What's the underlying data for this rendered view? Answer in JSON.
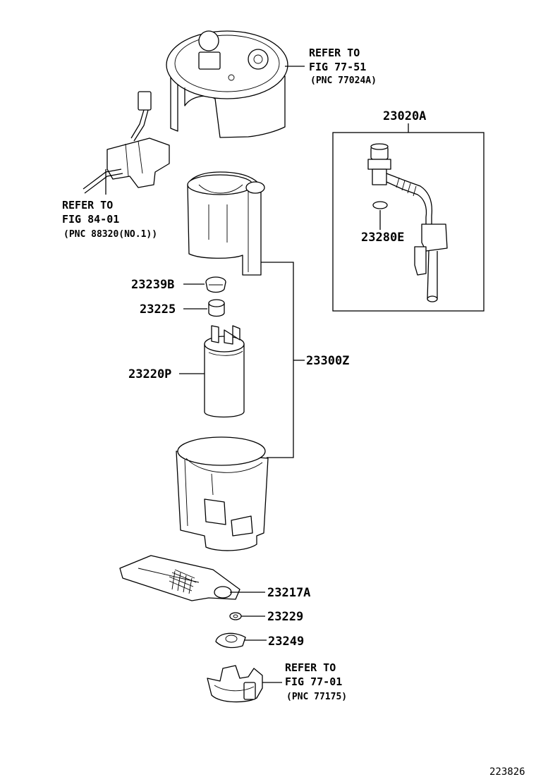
{
  "diagram_number": "223826",
  "references": {
    "top": {
      "line1": "REFER TO",
      "line2": "FIG 77-51",
      "line3": "(PNC 77024A)"
    },
    "left": {
      "line1": "REFER TO",
      "line2": "FIG 84-01",
      "line3": "(PNC 88320(NO.1))"
    },
    "bottom": {
      "line1": "REFER TO",
      "line2": "FIG 77-01",
      "line3": "(PNC 77175)"
    }
  },
  "parts": {
    "p23020A": "23020A",
    "p23280E": "23280E",
    "p23239B": "23239B",
    "p23225": "23225",
    "p23220P": "23220P",
    "p23300Z": "23300Z",
    "p23217A": "23217A",
    "p23229": "23229",
    "p23249": "23249"
  }
}
